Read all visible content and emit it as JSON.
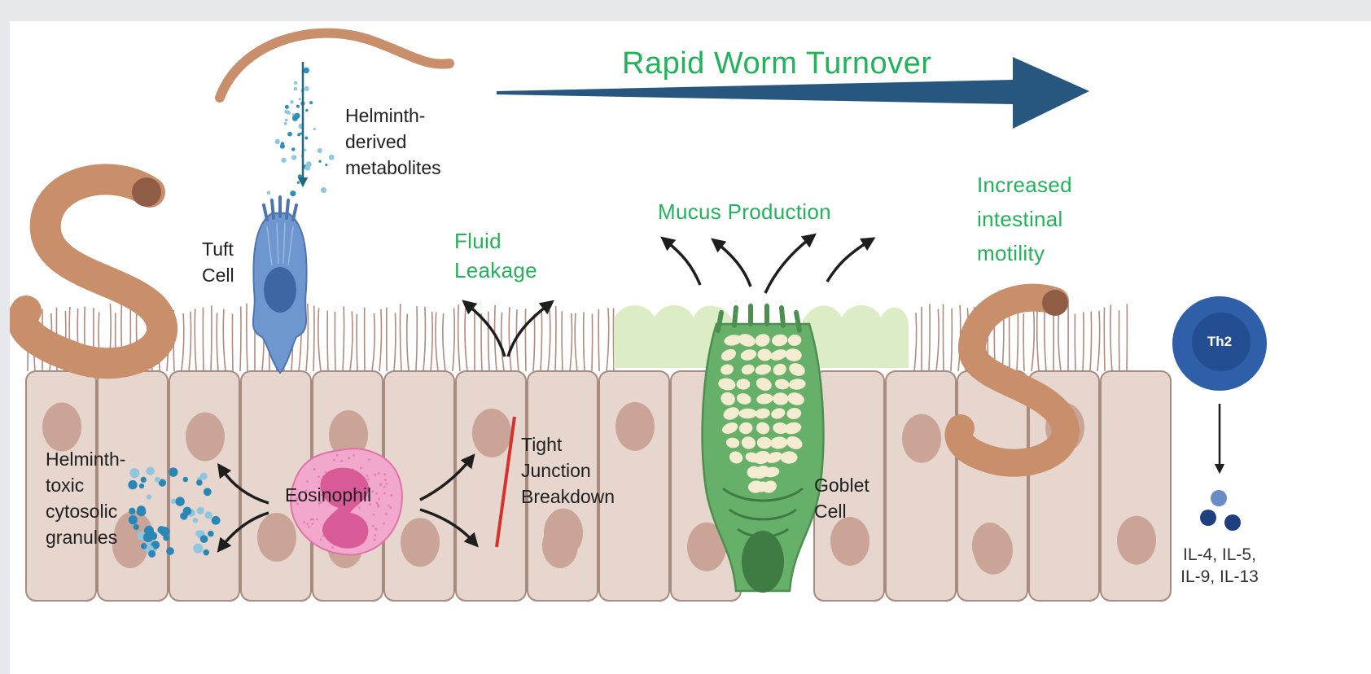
{
  "labels": {
    "title": "Rapid Worm Turnover",
    "metabolites": "Helminth-\nderived\nmetabolites",
    "tuft": "Tuft\nCell",
    "fluid": "Fluid\nLeakage",
    "mucus": "Mucus Production",
    "motility": "Increased\nintestinal\nmotility",
    "th2": "Th2",
    "cytokines": "IL-4, IL-5,\nIL-9, IL-13",
    "granules": "Helminth-\ntoxic\ncytosolic\ngranules",
    "eosinophil": "Eosinophil",
    "tight_junction": "Tight\nJunction\nBreakdown",
    "goblet": "Goblet\nCell"
  },
  "colors": {
    "title_green": "#21b35a",
    "arrow_blue": "#27577f",
    "worm": "#c98e6a",
    "epithelium": "#e7d6cd",
    "nucleus": "#c9a497",
    "tuft": "#6f97cf",
    "goblet": "#67b06a",
    "mucus": "#dcecc4",
    "eosinophil": "#f2a8cc",
    "th2": "#2f5fa9",
    "junction_red": "#d6322b"
  }
}
